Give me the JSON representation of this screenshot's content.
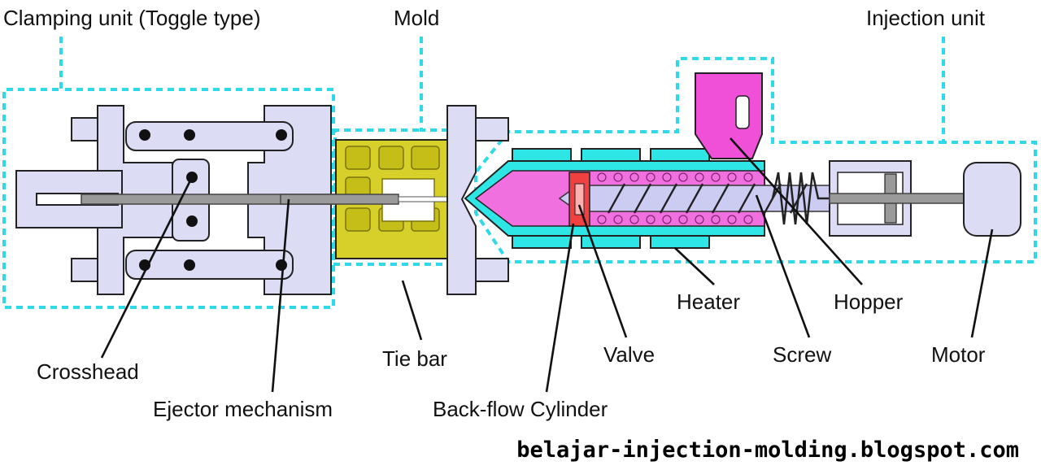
{
  "labels": {
    "clamping_unit": "Clamping unit (Toggle type)",
    "mold": "Mold",
    "injection_unit": "Injection unit",
    "crosshead": "Crosshead",
    "ejector_mechanism": "Ejector mechanism",
    "tie_bar": "Tie bar",
    "back_flow_cylinder": "Back-flow Cylinder",
    "valve": "Valve",
    "heater": "Heater",
    "screw": "Screw",
    "hopper": "Hopper",
    "motor": "Motor"
  },
  "watermark": "belajar-injection-molding.blogspot.com",
  "colors": {
    "zone_outline": "#2ed9ea",
    "frame": "#dcdcf5",
    "mold": "#d8d02a",
    "heater": "#2ee6e6",
    "melt": "#f070e0",
    "hopper": "#f050d8",
    "valve": "#f04040",
    "screw": "#ccccf2",
    "rod": "#9a9a9a"
  }
}
